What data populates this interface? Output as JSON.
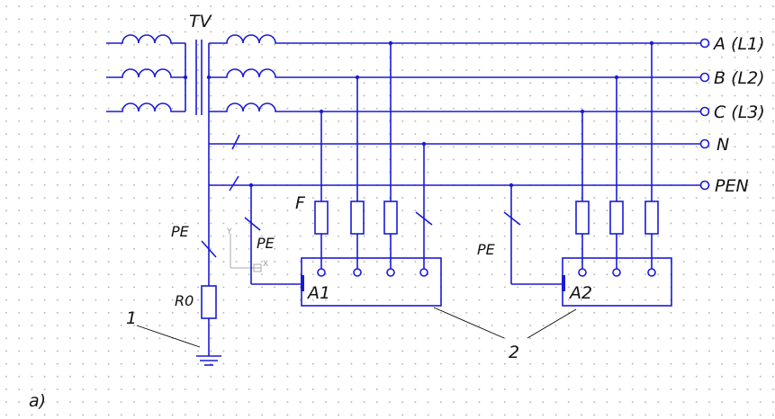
{
  "diagram": {
    "transformer_label": "TV",
    "phase_labels": [
      "A (L1)",
      "B (L2)",
      "C (L3)"
    ],
    "neutral_label": "N",
    "pen_label": "PEN",
    "pe_labels": [
      "PE",
      "PE",
      "PE"
    ],
    "fuse_label": "F",
    "resistor_label": "R0",
    "callout_1": "1",
    "callout_2": "2",
    "device_labels": [
      "A1",
      "A2"
    ],
    "figure_label": "a)",
    "ucs_axis_x": "X",
    "ucs_axis_y": "Y",
    "colors": {
      "wire": "#1a1ad6",
      "text": "#111111",
      "grid_dots": "#b0b0b0"
    }
  }
}
